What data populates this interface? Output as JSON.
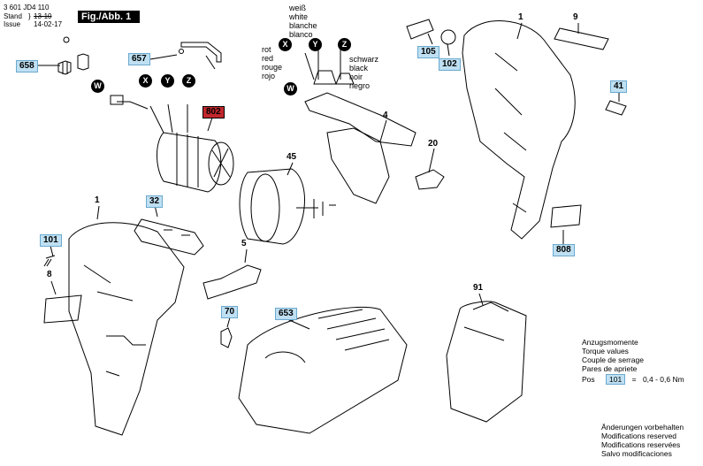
{
  "header": {
    "doc_number": "3 601 JD4 110",
    "stand_label": "Stand",
    "stand_value": "13-10",
    "issue_label": "Issue",
    "issue_value": "14-02-17",
    "figure_title": "Fig./Abb. 1"
  },
  "wire_labels": {
    "top_multilang": [
      "weiß",
      "white",
      "blanche",
      "blanco"
    ],
    "left_multilang": [
      "rot",
      "red",
      "rouge",
      "rojo"
    ],
    "right_multilang": [
      "schwarz",
      "black",
      "noir",
      "negro"
    ]
  },
  "wire_circles": {
    "x": "X",
    "y": "Y",
    "z": "Z",
    "w": "W"
  },
  "part_labels": {
    "p658": "658",
    "p657": "657",
    "p802": "802",
    "p105": "105",
    "p102": "102",
    "p9": "9",
    "p1_top": "1",
    "p4": "4",
    "p41": "41",
    "p20": "20",
    "p45": "45",
    "p808": "808",
    "p1_left": "1",
    "p32": "32",
    "p101": "101",
    "p8": "8",
    "p5": "5",
    "p70": "70",
    "p653": "653",
    "p91": "91"
  },
  "torque": {
    "lines": [
      "Anzugsmomente",
      "Torque values",
      "Couple de serrage",
      "Pares de apriete"
    ],
    "pos_label": "Pos",
    "pos_value": "101",
    "eq": "=",
    "value": "0,4  -  0,6 Nm"
  },
  "notes": [
    "Änderungen vorbehalten",
    "Modifications reserved",
    "Modifications reservées",
    "Salvo modificaciones"
  ],
  "colors": {
    "label_fill": "#bfe0f2",
    "highlight": "#c1272d"
  }
}
